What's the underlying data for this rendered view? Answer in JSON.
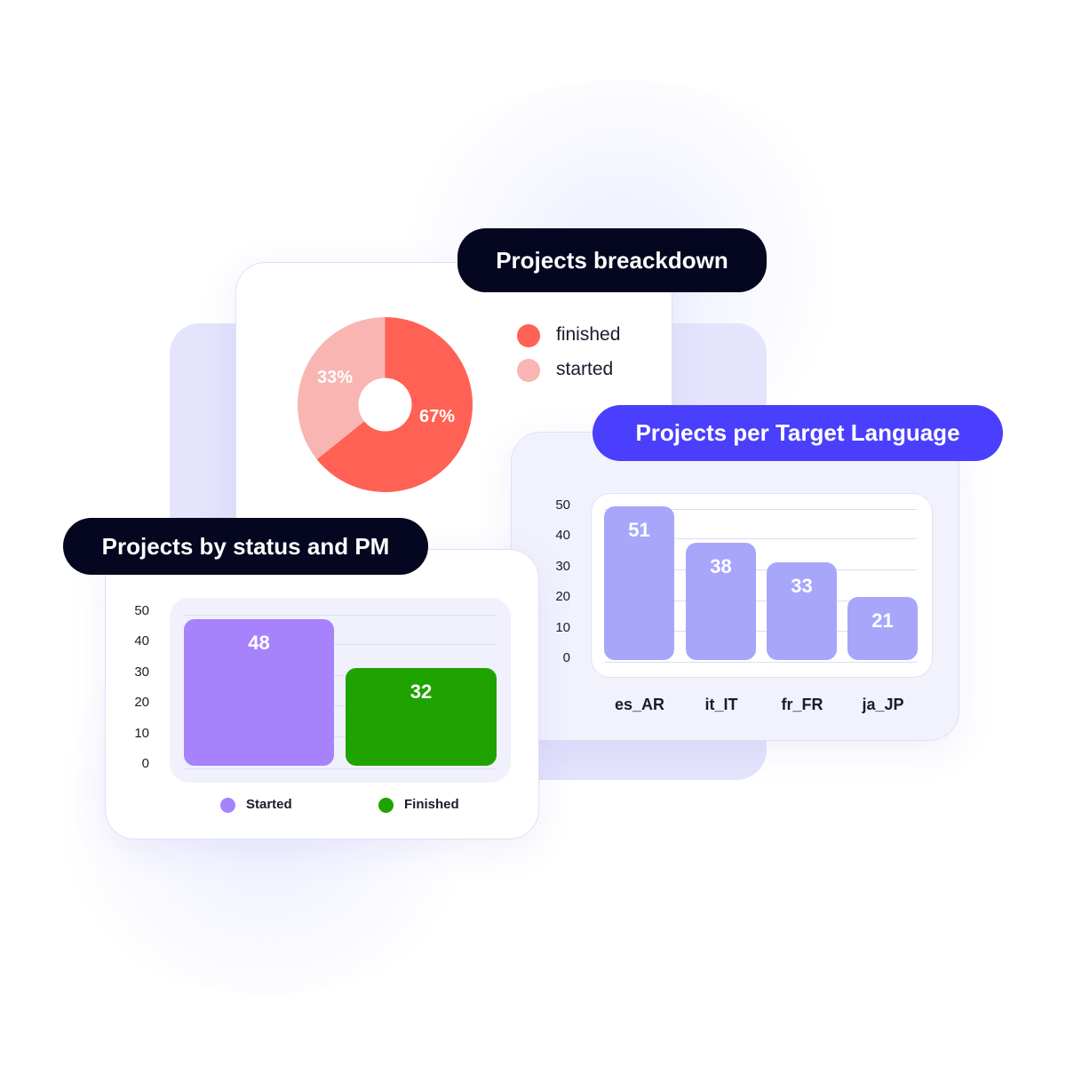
{
  "colors": {
    "dark_pill": "#05061f",
    "blue_pill": "#4a3ffd",
    "finished_red": "#ff6154",
    "started_pink": "#f8b5b1",
    "lang_bar": "#a7a6fb",
    "started_purple": "#a682fc",
    "finished_green": "#1fa300"
  },
  "pie_card": {
    "title": "Projects breackdown",
    "legend": [
      {
        "label": "finished",
        "color": "#ff6154"
      },
      {
        "label": "started",
        "color": "#f8b5b1"
      }
    ],
    "slices": [
      {
        "label": "67%",
        "value": 67,
        "color": "#ff6154"
      },
      {
        "label": "33%",
        "value": 33,
        "color": "#f8b5b1"
      }
    ]
  },
  "lang_card": {
    "title": "Projects per Target Language",
    "y_ticks": [
      "50",
      "40",
      "30",
      "20",
      "10",
      "0"
    ],
    "bars": [
      {
        "label": "es_AR",
        "value": "51"
      },
      {
        "label": "it_IT",
        "value": "38"
      },
      {
        "label": "fr_FR",
        "value": "33"
      },
      {
        "label": "ja_JP",
        "value": "21"
      }
    ]
  },
  "status_card": {
    "title": "Projects by status and PM",
    "y_ticks": [
      "50",
      "40",
      "30",
      "20",
      "10",
      "0"
    ],
    "bars": [
      {
        "label": "Started",
        "value": "48",
        "color": "#a682fc"
      },
      {
        "label": "Finished",
        "value": "32",
        "color": "#1fa300"
      }
    ],
    "legend": [
      {
        "label": "Started",
        "color": "#a682fc"
      },
      {
        "label": "Finished",
        "color": "#1fa300"
      }
    ]
  },
  "chart_data": [
    {
      "type": "pie",
      "title": "Projects breackdown",
      "categories": [
        "finished",
        "started"
      ],
      "values": [
        67,
        33
      ],
      "labels": [
        "67%",
        "33%"
      ],
      "donut": true,
      "legend_position": "right"
    },
    {
      "type": "bar",
      "title": "Projects per Target Language",
      "categories": [
        "es_AR",
        "it_IT",
        "fr_FR",
        "ja_JP"
      ],
      "values": [
        51,
        38,
        33,
        21
      ],
      "xlabel": "",
      "ylabel": "",
      "ylim": [
        0,
        50
      ],
      "yticks": [
        0,
        10,
        20,
        30,
        40,
        50
      ],
      "grid": true
    },
    {
      "type": "bar",
      "title": "Projects by status and PM",
      "categories": [
        "Started",
        "Finished"
      ],
      "values": [
        48,
        32
      ],
      "xlabel": "",
      "ylabel": "",
      "ylim": [
        0,
        50
      ],
      "yticks": [
        0,
        10,
        20,
        30,
        40,
        50
      ],
      "grid": true,
      "legend": [
        "Started",
        "Finished"
      ],
      "legend_position": "bottom"
    }
  ]
}
